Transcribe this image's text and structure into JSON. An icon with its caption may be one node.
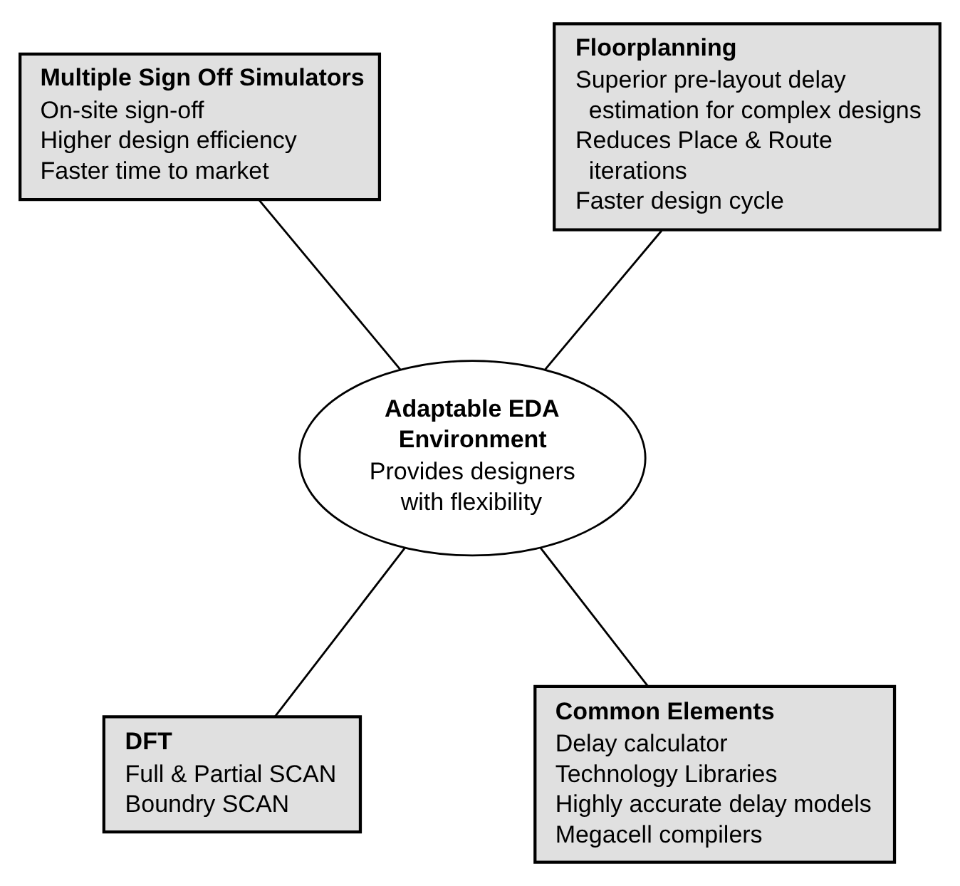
{
  "diagram": {
    "nodes": [
      {
        "text": [
          "Multiple Sign Off Simulators",
          "On-site sign-off",
          "Higher design efficiency",
          "Faster time to market"
        ]
      },
      {
        "text": [
          "Floorplanning",
          "Superior pre-layout delay estimation for complex designs",
          "Reduces Place & Route iterations",
          "Faster design cycle"
        ]
      },
      {
        "text": [
          "Adaptable EDA Environment",
          "Provides designers with flexibility"
        ]
      },
      {
        "text": [
          "DFT",
          "Full & Partial SCAN",
          "Boundry SCAN"
        ]
      },
      {
        "text": [
          "Common Elements",
          "Delay calculator",
          "Technology Libraries",
          "Highly accurate delay models",
          "Megacell compilers"
        ]
      }
    ],
    "edges": [
      {
        "from": 0,
        "to": 2,
        "arrow": "none"
      },
      {
        "from": 1,
        "to": 2,
        "arrow": "none"
      },
      {
        "from": 2,
        "to": 3,
        "arrow": "none"
      },
      {
        "from": 2,
        "to": 4,
        "arrow": "none"
      }
    ]
  }
}
